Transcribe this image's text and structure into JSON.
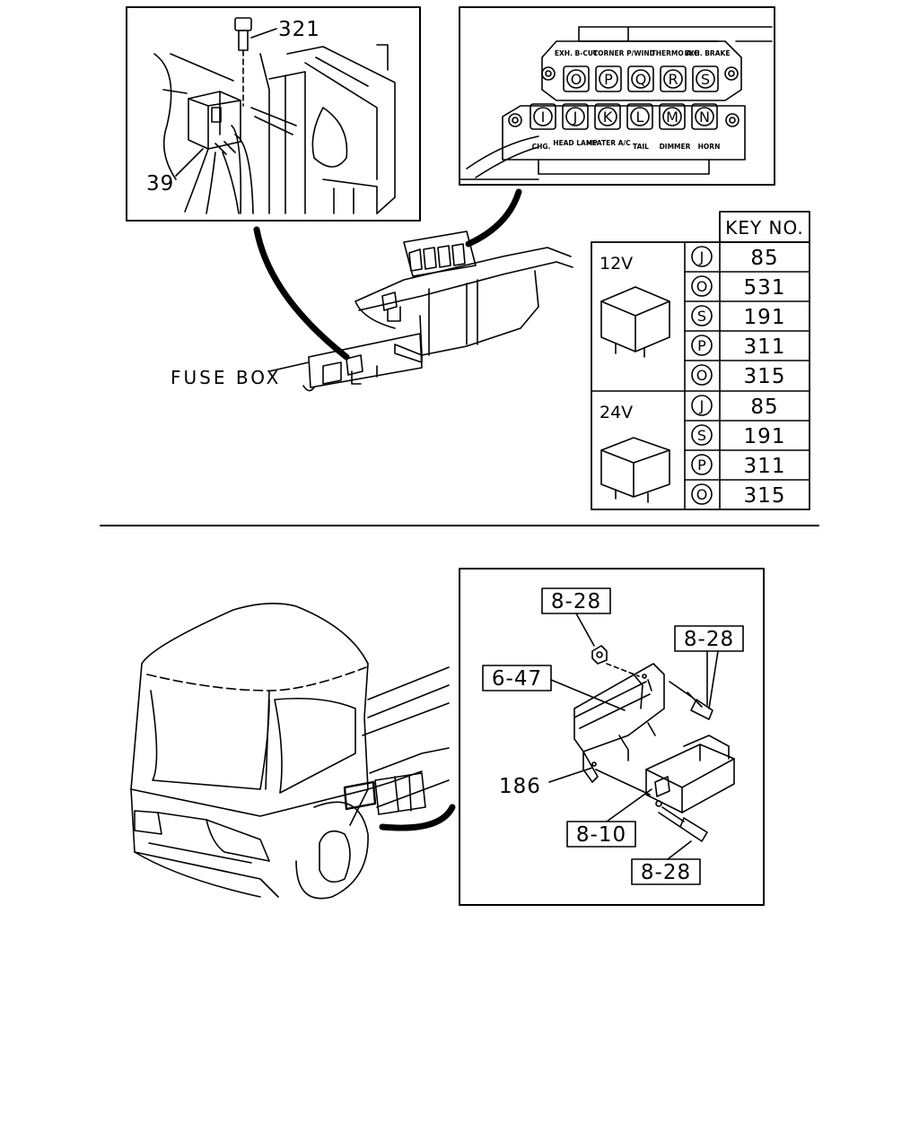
{
  "callouts": {
    "top_left_bolt": "321",
    "top_left_relay": "39",
    "fuse_box": "FUSE BOX",
    "bracket_nut": "8-28",
    "bracket_bolt_right": "8-28",
    "bracket_part": "6-47",
    "bracket_clip": "186",
    "fuse_box_ref": "8-10",
    "fuse_box_bolt": "8-28"
  },
  "fuse_panel": {
    "top_row": [
      {
        "letter": "O",
        "label": "EXH. B-CUT"
      },
      {
        "letter": "P",
        "label": "CORNER"
      },
      {
        "letter": "Q",
        "label": "P/WIND"
      },
      {
        "letter": "R",
        "label": "THERMO A/C"
      },
      {
        "letter": "S",
        "label": "EXH. BRAKE"
      }
    ],
    "bottom_row": [
      {
        "letter": "I",
        "label": "CHG."
      },
      {
        "letter": "J",
        "label": "HEAD LAMP"
      },
      {
        "letter": "K",
        "label": "HEATER A/C"
      },
      {
        "letter": "L",
        "label": "TAIL"
      },
      {
        "letter": "M",
        "label": "DIMMER"
      },
      {
        "letter": "N",
        "label": "HORN"
      }
    ]
  },
  "relay_table": {
    "header": "KEY NO.",
    "groups": [
      {
        "voltage": "12V",
        "rows": [
          {
            "letter": "J",
            "key": "85"
          },
          {
            "letter": "O",
            "key": "531"
          },
          {
            "letter": "S",
            "key": "191"
          },
          {
            "letter": "P",
            "key": "311"
          },
          {
            "letter": "O",
            "key": "315"
          }
        ]
      },
      {
        "voltage": "24V",
        "rows": [
          {
            "letter": "J",
            "key": "85"
          },
          {
            "letter": "S",
            "key": "191"
          },
          {
            "letter": "P",
            "key": "311"
          },
          {
            "letter": "O",
            "key": "315"
          }
        ]
      }
    ]
  }
}
